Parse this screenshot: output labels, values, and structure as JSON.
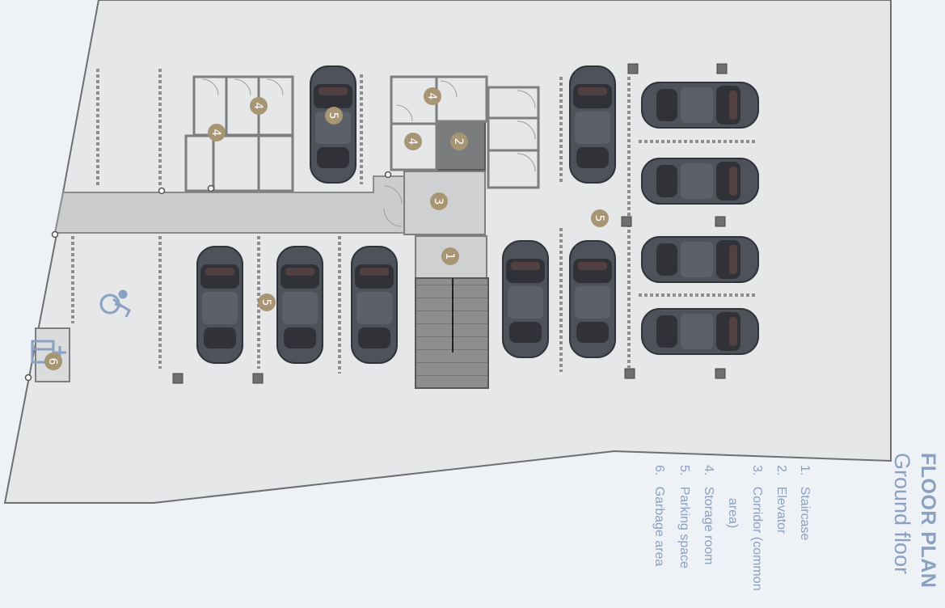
{
  "title": "FLOOR PLAN",
  "subtitle": "Ground floor",
  "legend": [
    {
      "num": "1.",
      "label": "Staircase"
    },
    {
      "num": "2.",
      "label": "Elevator"
    },
    {
      "num": "3.",
      "label": "Corridor (common"
    },
    {
      "num": "",
      "label": "area)"
    },
    {
      "num": "4.",
      "label": "Storage room"
    },
    {
      "num": "5.",
      "label": "Parking space"
    },
    {
      "num": "6.",
      "label": "Garbage area"
    }
  ],
  "markers": {
    "m1": "1",
    "m2": "2",
    "m3": "3",
    "m4a": "4",
    "m4b": "4",
    "m4c": "4",
    "m4d": "4",
    "m5a": "5",
    "m5b": "5",
    "m5c": "5",
    "m6": "6"
  },
  "colors": {
    "site": "#e6e7e9",
    "corridor": "#cbcccd",
    "stairs": "#8a8b8c",
    "elevator": "#7a7b7c",
    "marker": "#a89574",
    "car": "#4a4f58",
    "accent": "#8aa1c1"
  },
  "icons": {
    "accessible": "wheelchair-icon",
    "garbage": "bin-icon"
  }
}
